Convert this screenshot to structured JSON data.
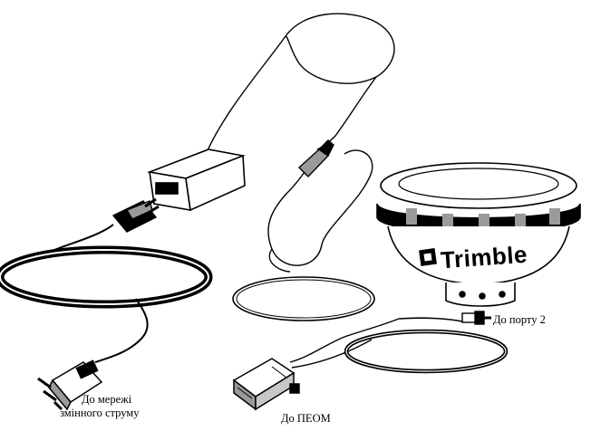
{
  "labels": {
    "mains_line1": "До мережі",
    "mains_line2": "змінного струму",
    "pc": "До ПЕОМ",
    "port2": "До порту 2"
  },
  "receiver": {
    "brand": "Trimble"
  },
  "colors": {
    "ink": "#000000",
    "paper": "#ffffff",
    "shade": "#9a9a9a",
    "mid": "#c8c8c8"
  }
}
